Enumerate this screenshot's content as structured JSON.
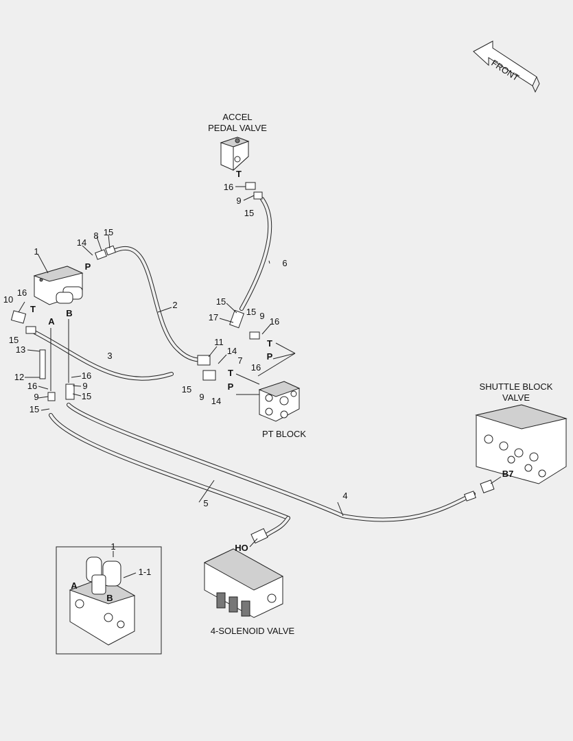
{
  "captions": {
    "accel": [
      "ACCEL",
      "PEDAL VALVE"
    ],
    "shuttle": [
      "SHUTTLE BLOCK",
      "VALVE"
    ],
    "pt_block": "PT BLOCK",
    "solenoid": "4-SOLENOID VALVE",
    "front": "FRONT"
  },
  "ports": [
    {
      "id": "T-accel",
      "text": "T"
    },
    {
      "id": "P-top",
      "text": "P"
    },
    {
      "id": "T-left",
      "text": "T"
    },
    {
      "id": "A",
      "text": "A"
    },
    {
      "id": "B",
      "text": "B"
    },
    {
      "id": "T-pt1",
      "text": "T"
    },
    {
      "id": "P-pt1",
      "text": "P"
    },
    {
      "id": "T-pt2",
      "text": "T"
    },
    {
      "id": "P-pt2",
      "text": "P"
    },
    {
      "id": "B7",
      "text": "B7"
    },
    {
      "id": "HO",
      "text": "HO"
    },
    {
      "id": "A-inset",
      "text": "A"
    },
    {
      "id": "B-inset",
      "text": "B"
    }
  ],
  "callouts": [
    "1",
    "10",
    "16",
    "15",
    "14",
    "8",
    "15",
    "2",
    "16",
    "9",
    "15",
    "6",
    "15",
    "17",
    "15",
    "9",
    "16",
    "11",
    "7",
    "14",
    "16",
    "15",
    "9",
    "14",
    "3",
    "13",
    "12",
    "16",
    "9",
    "15",
    "16",
    "9",
    "15",
    "5",
    "4",
    "1",
    "1-1"
  ],
  "style": {
    "background": "#efefef",
    "ink": "#222222"
  }
}
